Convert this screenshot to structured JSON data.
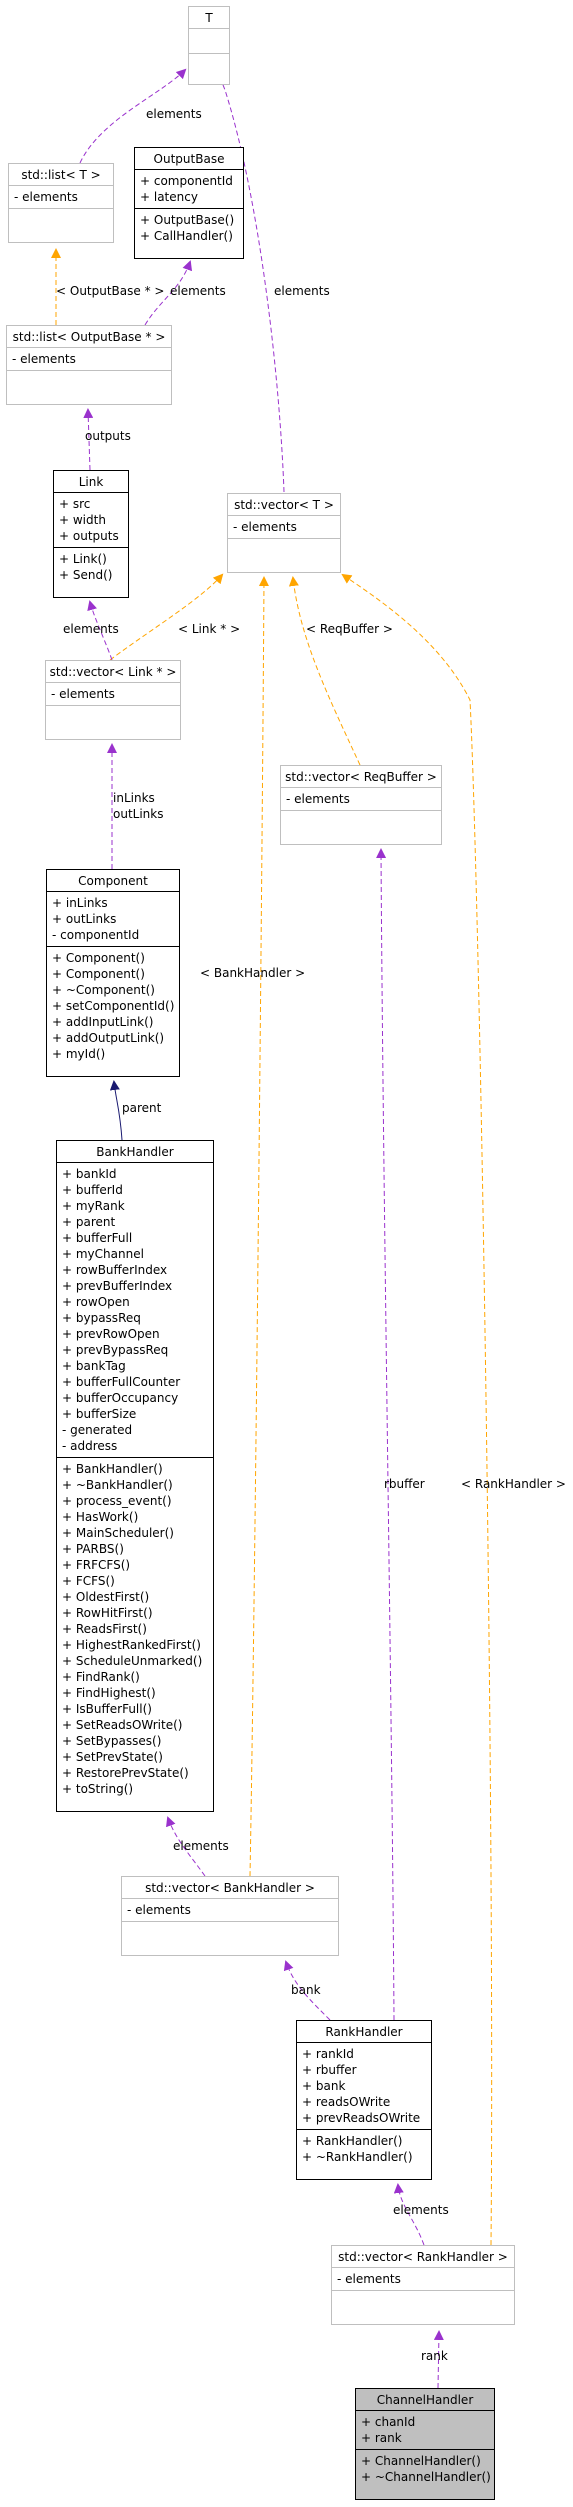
{
  "classes": {
    "T": {
      "title": "T",
      "attributes": [],
      "methods": []
    },
    "list_T": {
      "title": "std::list< T >",
      "attributes": [
        "- elements"
      ],
      "methods": []
    },
    "OutputBase": {
      "title": "OutputBase",
      "attributes": [
        "+ componentId",
        "+ latency"
      ],
      "methods": [
        "+ OutputBase()",
        "+ CallHandler()"
      ]
    },
    "list_OutputBase": {
      "title": "std::list< OutputBase * >",
      "attributes": [
        "- elements"
      ],
      "methods": []
    },
    "Link": {
      "title": "Link",
      "attributes": [
        "+ src",
        "+ width",
        "+ outputs"
      ],
      "methods": [
        "+ Link()",
        "+ Send()"
      ]
    },
    "vector_T": {
      "title": "std::vector< T >",
      "attributes": [
        "- elements"
      ],
      "methods": []
    },
    "vector_Link": {
      "title": "std::vector< Link * >",
      "attributes": [
        "- elements"
      ],
      "methods": []
    },
    "vector_ReqBuffer": {
      "title": "std::vector< ReqBuffer >",
      "attributes": [
        "- elements"
      ],
      "methods": []
    },
    "Component": {
      "title": "Component",
      "attributes": [
        "+ inLinks",
        "+ outLinks",
        "- componentId"
      ],
      "methods": [
        "+ Component()",
        "+ Component()",
        "+ ~Component()",
        "+ setComponentId()",
        "+ addInputLink()",
        "+ addOutputLink()",
        "+ myId()"
      ]
    },
    "BankHandler": {
      "title": "BankHandler",
      "attributes": [
        "+ bankId",
        "+ bufferId",
        "+ myRank",
        "+ parent",
        "+ bufferFull",
        "+ myChannel",
        "+ rowBufferIndex",
        "+ prevBufferIndex",
        "+ rowOpen",
        "+ bypassReq",
        "+ prevRowOpen",
        "+ prevBypassReq",
        "+ bankTag",
        "+ bufferFullCounter",
        "+ bufferOccupancy",
        "+ bufferSize",
        "- generated",
        "- address"
      ],
      "methods": [
        "+ BankHandler()",
        "+ ~BankHandler()",
        "+ process_event()",
        "+ HasWork()",
        "+ MainScheduler()",
        "+ PARBS()",
        "+ FRFCFS()",
        "+ FCFS()",
        "+ OldestFirst()",
        "+ RowHitFirst()",
        "+ ReadsFirst()",
        "+ HighestRankedFirst()",
        "+ ScheduleUnmarked()",
        "+ FindRank()",
        "+ FindHighest()",
        "+ IsBufferFull()",
        "+ SetReadsOWrite()",
        "+ SetBypasses()",
        "+ SetPrevState()",
        "+ RestorePrevState()",
        "+ toString()"
      ]
    },
    "vector_BankHandler": {
      "title": "std::vector< BankHandler >",
      "attributes": [
        "- elements"
      ],
      "methods": []
    },
    "RankHandler": {
      "title": "RankHandler",
      "attributes": [
        "+ rankId",
        "+ rbuffer",
        "+ bank",
        "+ readsOWrite",
        "+ prevReadsOWrite"
      ],
      "methods": [
        "+ RankHandler()",
        "+ ~RankHandler()"
      ]
    },
    "vector_RankHandler": {
      "title": "std::vector< RankHandler >",
      "attributes": [
        "- elements"
      ],
      "methods": []
    },
    "ChannelHandler": {
      "title": "ChannelHandler",
      "attributes": [
        "+ chanId",
        "+ rank"
      ],
      "methods": [
        "+ ChannelHandler()",
        "+ ~ChannelHandler()"
      ]
    }
  },
  "edge_labels": {
    "T_to_listT": [
      "elements"
    ],
    "T_to_vectorT": [
      "elements"
    ],
    "listT_to_listOB": [
      "< OutputBase * >"
    ],
    "OB_to_listOB": [
      "elements"
    ],
    "listOB_to_Link": [
      "outputs"
    ],
    "vectorT_to_vLink": [
      "< Link * >"
    ],
    "Link_to_vLink": [
      "elements"
    ],
    "vectorT_to_vReq": [
      "< ReqBuffer >"
    ],
    "vectorT_to_vBank": [
      "< BankHandler >"
    ],
    "vectorT_to_vRank": [
      "< RankHandler >"
    ],
    "vLink_to_Component": [
      "inLinks",
      "outLinks"
    ],
    "Component_to_Bank": [
      "parent"
    ],
    "Bank_to_vBank": [
      "elements"
    ],
    "vReq_to_Rank": [
      "rbuffer"
    ],
    "vBank_to_Rank": [
      "bank"
    ],
    "Rank_to_vRank": [
      "elements"
    ],
    "vRank_to_Channel": [
      "rank"
    ]
  },
  "colors": {
    "usage_edge": "#9a32cd",
    "template_edge": "#ffa500",
    "inheritance_edge": "#191970",
    "node_border": "#000000",
    "node_border_grey": "#bfbfbf",
    "focus_fill": "#bfbfbf"
  }
}
